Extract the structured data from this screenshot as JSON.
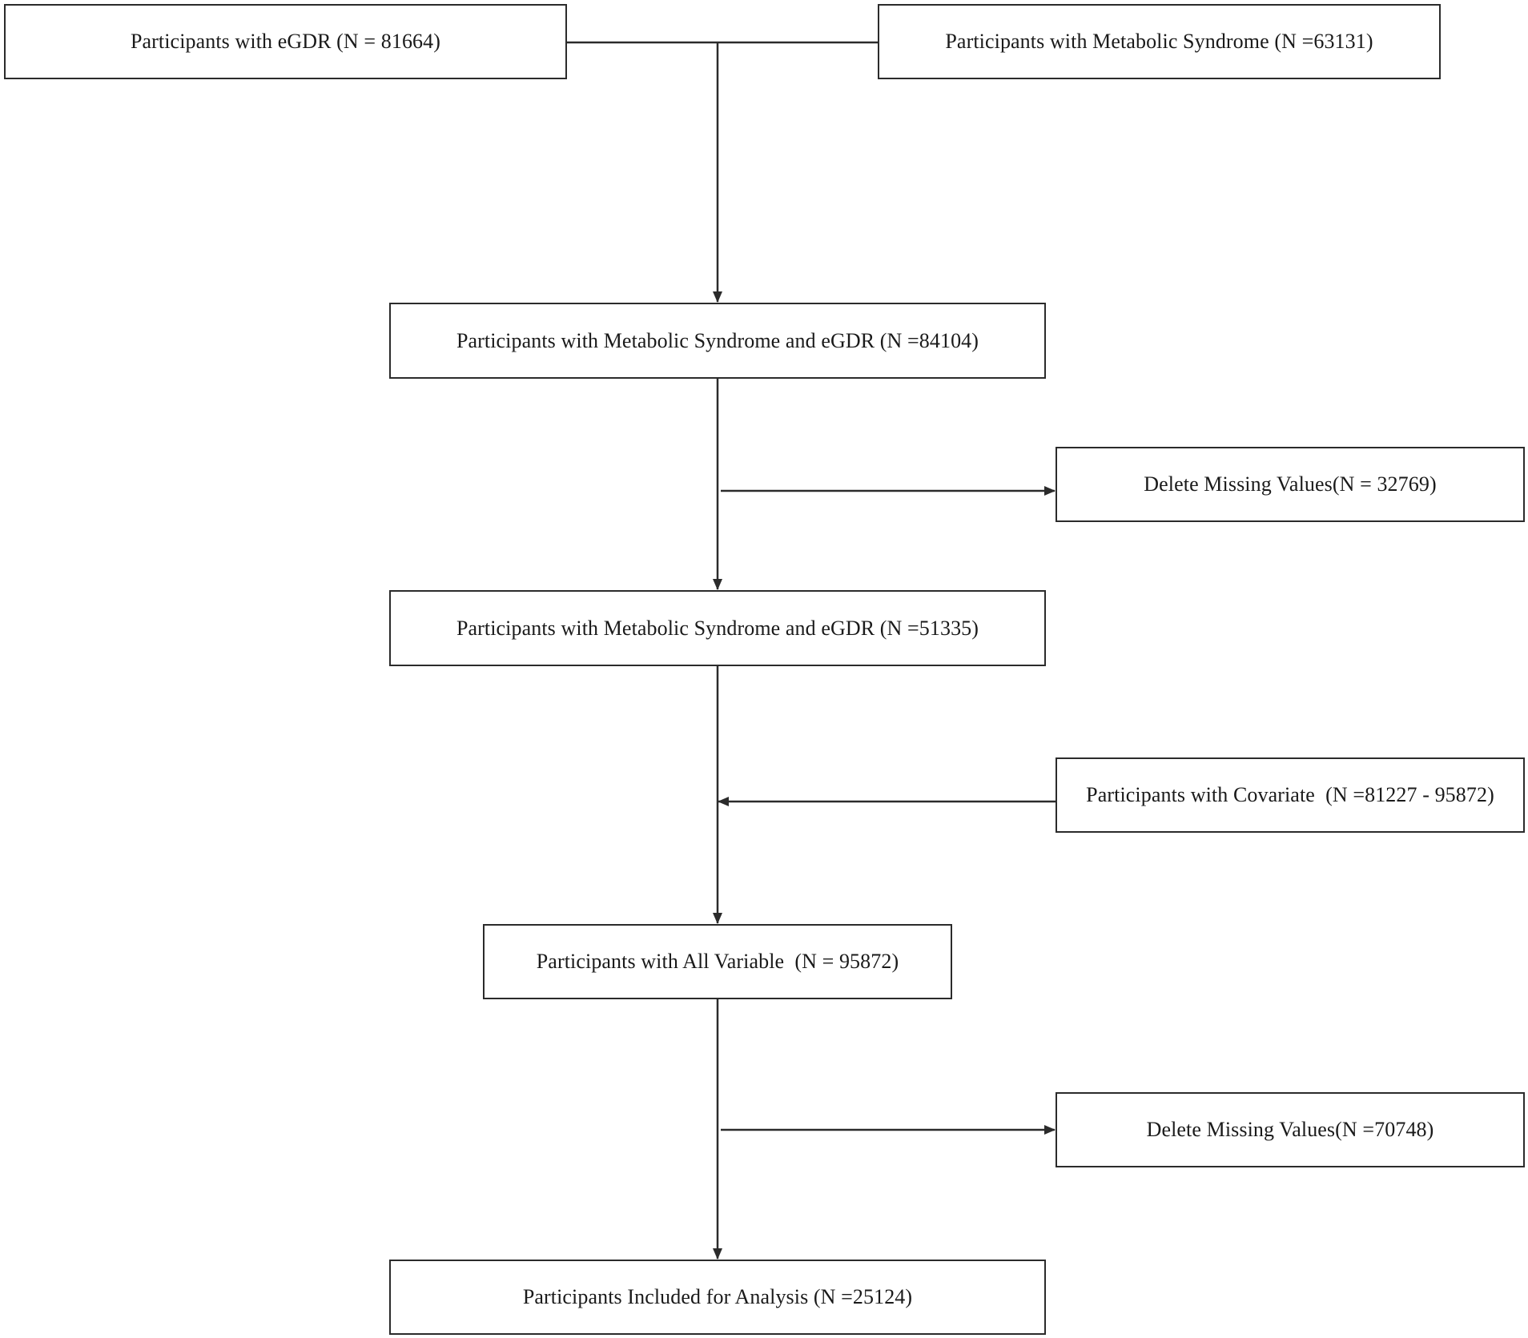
{
  "boxes": {
    "egdr": "Participants with eGDR (N = 81664)",
    "mets": "Participants with Metabolic Syndrome (N =63131)",
    "combined_1": "Participants with Metabolic Syndrome and eGDR (N =84104)",
    "delete_1": "Delete Missing Values(N = 32769)",
    "combined_2": "Participants with Metabolic Syndrome and eGDR (N =51335)",
    "covariate": "Participants with Covariate  (N =81227 - 95872)",
    "all_variable": "Participants with All Variable  (N = 95872)",
    "delete_2": "Delete Missing Values(N =70748)",
    "final": "Participants Included for Analysis (N =25124)"
  },
  "colors": {
    "line": "#2b2b2b",
    "box_border": "#2b2b2b",
    "background": "#ffffff"
  }
}
